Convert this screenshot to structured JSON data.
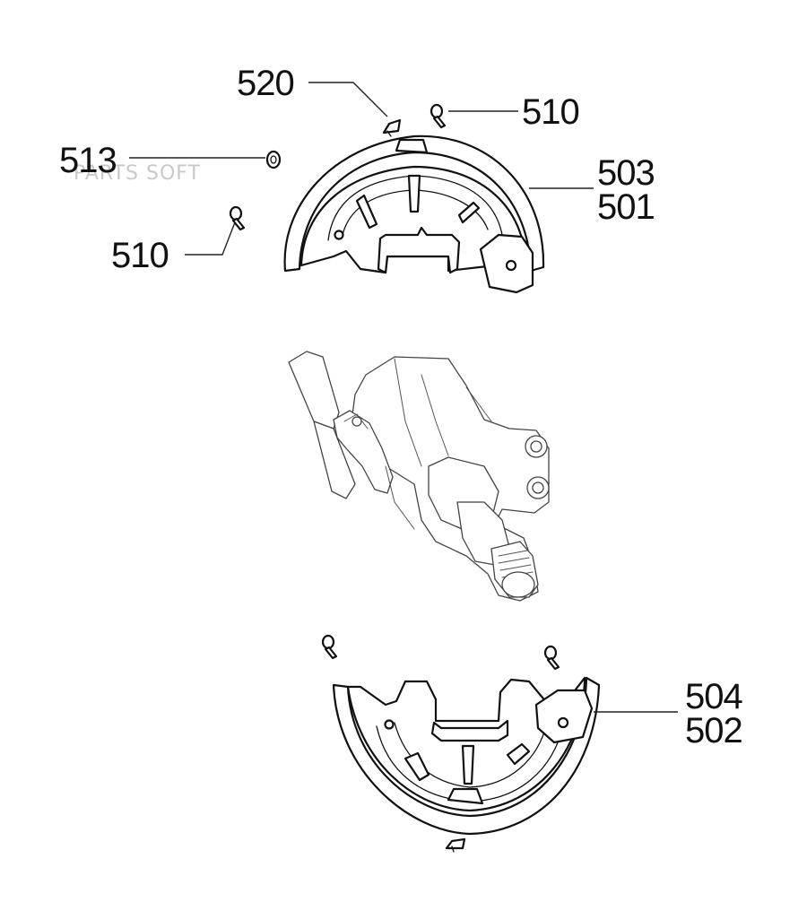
{
  "watermark": "PARTS SOFT",
  "callouts": {
    "c520": "520",
    "c510_top": "510",
    "c513": "513",
    "c503": "503",
    "c501": "501",
    "c510_left": "510",
    "c504": "504",
    "c502": "502"
  },
  "icons": {
    "upper_shield": "brake-dust-shield-upper-icon",
    "lower_shield": "brake-dust-shield-lower-icon",
    "hub": "wheel-hub-knuckle-icon",
    "fasteners": [
      "bolt-icon",
      "screw-icon",
      "nut-icon",
      "clip-icon"
    ]
  }
}
